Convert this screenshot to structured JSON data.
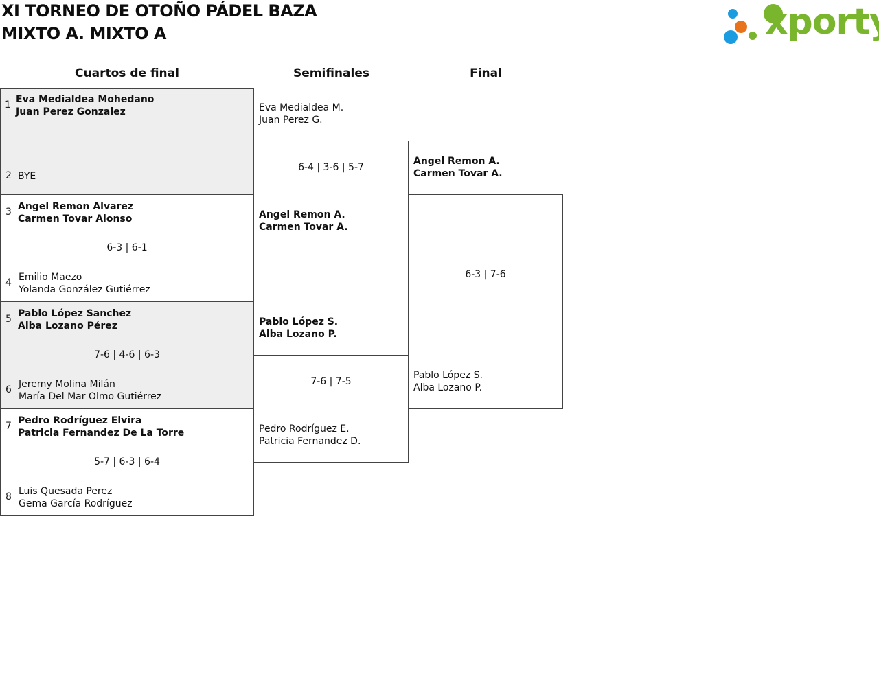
{
  "header": {
    "title_line1": "XI TORNEO DE OTOÑO PÁDEL BAZA",
    "title_line2": "MIXTO A. MIXTO A",
    "logo_text": "xporty"
  },
  "columns": {
    "quarterfinals": "Cuartos de final",
    "semifinals": "Semifinales",
    "final": "Final"
  },
  "quarterfinals": [
    {
      "top": {
        "seed": "1",
        "line1": "Eva Medialdea Mohedano",
        "line2": "Juan Perez Gonzalez"
      },
      "score": "",
      "bottom": {
        "seed": "2",
        "line1": "BYE",
        "line2": ""
      }
    },
    {
      "top": {
        "seed": "3",
        "line1": "Angel Remon Alvarez",
        "line2": "Carmen Tovar Alonso"
      },
      "score": "6-3 | 6-1",
      "bottom": {
        "seed": "4",
        "line1": "Emilio Maezo",
        "line2": "Yolanda González Gutiérrez"
      }
    },
    {
      "top": {
        "seed": "5",
        "line1": "Pablo López Sanchez",
        "line2": "Alba Lozano Pérez"
      },
      "score": "7-6 | 4-6 | 6-3",
      "bottom": {
        "seed": "6",
        "line1": "Jeremy Molina Milán",
        "line2": "María Del Mar Olmo Gutiérrez"
      }
    },
    {
      "top": {
        "seed": "7",
        "line1": "Pedro Rodríguez Elvira",
        "line2": "Patricia Fernandez De La Torre"
      },
      "score": "5-7 | 6-3 | 6-4",
      "bottom": {
        "seed": "8",
        "line1": "Luis Quesada Perez",
        "line2": "Gema García Rodríguez"
      }
    }
  ],
  "semifinals": [
    {
      "top": {
        "line1": "Eva Medialdea M.",
        "line2": "Juan Perez G."
      },
      "score": "6-4 | 3-6 | 5-7",
      "bottom": {
        "line1": "Angel Remon A.",
        "line2": "Carmen Tovar A."
      }
    },
    {
      "top": {
        "line1": "Pablo López S.",
        "line2": "Alba Lozano P."
      },
      "score": "7-6 | 7-5",
      "bottom": {
        "line1": "Pedro Rodríguez E.",
        "line2": "Patricia Fernandez D."
      }
    }
  ],
  "final": {
    "top": {
      "line1": "Angel Remon A.",
      "line2": "Carmen Tovar A."
    },
    "score": "6-3 | 7-6",
    "bottom": {
      "line1": "Pablo López S.",
      "line2": "Alba Lozano P."
    }
  },
  "colors": {
    "logo_green": "#7ab52e",
    "logo_blue": "#1b9be0",
    "logo_orange": "#e8731c",
    "shade": "#eeeeee"
  }
}
